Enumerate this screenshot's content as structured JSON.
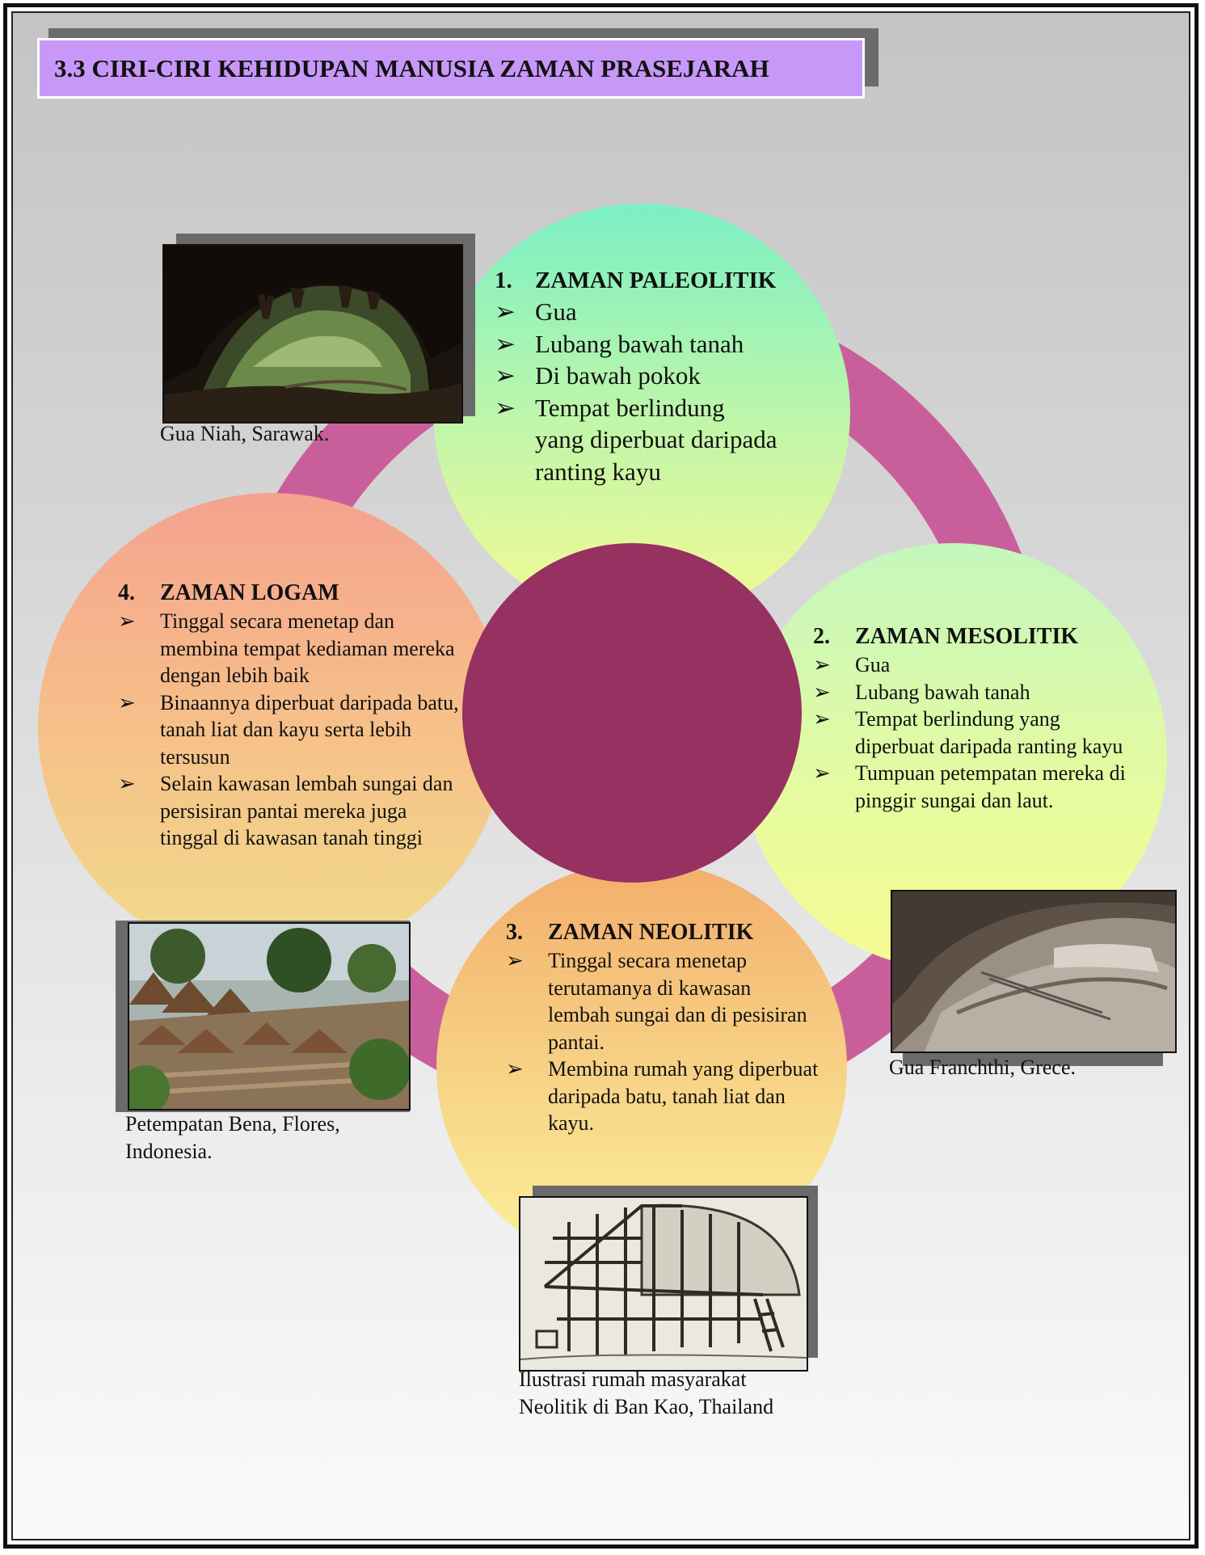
{
  "title": "3.3 CIRI-CIRI KEHIDUPAN MANUSIA ZAMAN PRASEJARAH",
  "colors": {
    "ring": "#c95f9a",
    "center": "#973162",
    "title_bg": "#c898f8"
  },
  "icons": {
    "bullet": "arrowhead-bullet-icon"
  },
  "eras": [
    {
      "number": "1.",
      "name": "ZAMAN PALEOLITIK",
      "items": [
        "Gua",
        "Lubang bawah tanah",
        "Di bawah pokok",
        "Tempat berlindung yang diperbuat daripada ranting kayu"
      ]
    },
    {
      "number": "2.",
      "name": "ZAMAN MESOLITIK",
      "items": [
        "Gua",
        "Lubang bawah tanah",
        "Tempat berlindung yang diperbuat daripada ranting kayu",
        "Tumpuan petempatan mereka di pinggir sungai dan laut."
      ]
    },
    {
      "number": "3.",
      "name": "ZAMAN NEOLITIK",
      "items": [
        "Tinggal secara menetap terutamanya di kawasan lembah sungai dan di pesisiran pantai.",
        "Membina rumah yang diperbuat daripada batu, tanah liat dan kayu."
      ]
    },
    {
      "number": "4.",
      "name": "ZAMAN LOGAM",
      "items": [
        "Tinggal secara menetap dan membina tempat kediaman mereka dengan lebih baik",
        "Binaannya diperbuat daripada batu, tanah liat dan kayu serta lebih tersusun",
        "Selain kawasan lembah sungai dan persisiran pantai mereka juga tinggal di kawasan tanah tinggi"
      ]
    }
  ],
  "photos": [
    {
      "caption": [
        "Gua Niah, Sarawak."
      ]
    },
    {
      "caption": [
        "Gua Franchthi, Grece."
      ]
    },
    {
      "caption": [
        "Petempatan Bena, Flores,",
        "Indonesia."
      ]
    },
    {
      "caption": [
        "Ilustrasi rumah masyarakat",
        "Neolitik di Ban Kao, Thailand"
      ]
    }
  ]
}
